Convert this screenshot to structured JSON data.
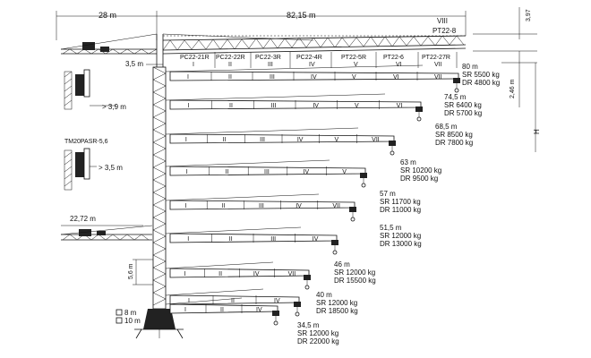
{
  "top": {
    "counter_jib_dim": "28 m",
    "jib_dim": "82,15 m",
    "height_dim_top": "3,97",
    "height_dim_mid": "2,46 m",
    "height_axis": "H",
    "top_roman": "VIII",
    "top_model": "PT22-8",
    "offset_left": "3,5 m"
  },
  "jib_heads": [
    {
      "model": "PC22-21R",
      "roman": "I"
    },
    {
      "model": "PC22-22R",
      "roman": "II"
    },
    {
      "model": "PC22-3R",
      "roman": "III"
    },
    {
      "model": "PC22-4R",
      "roman": "IV"
    },
    {
      "model": "PT22-5R",
      "roman": "V"
    },
    {
      "model": "PT22-6",
      "roman": "VI"
    },
    {
      "model": "PT22-27R",
      "roman": "VII"
    }
  ],
  "configs": [
    {
      "reach": "80 m",
      "sr": "SR 5500 kg",
      "dr": "DR 4800 kg",
      "segments": [
        "I",
        "II",
        "III",
        "IV",
        "V",
        "VI",
        "VII"
      ]
    },
    {
      "reach": "74,5 m",
      "sr": "SR 6400 kg",
      "dr": "DR 5700 kg",
      "segments": [
        "I",
        "II",
        "III",
        "IV",
        "V",
        "VI"
      ]
    },
    {
      "reach": "68,5 m",
      "sr": "SR 8500 kg",
      "dr": "DR 7800 kg",
      "segments": [
        "I",
        "II",
        "III",
        "IV",
        "V",
        "VII"
      ]
    },
    {
      "reach": "63 m",
      "sr": "SR 10200 kg",
      "dr": "DR 9500 kg",
      "segments": [
        "I",
        "II",
        "III",
        "IV",
        "V"
      ]
    },
    {
      "reach": "57 m",
      "sr": "SR 11700 kg",
      "dr": "DR 11000 kg",
      "segments": [
        "I",
        "II",
        "III",
        "IV",
        "VII"
      ]
    },
    {
      "reach": "51,5 m",
      "sr": "SR 12000 kg",
      "dr": "DR 13000 kg",
      "segments": [
        "I",
        "II",
        "III",
        "IV"
      ]
    },
    {
      "reach": "46 m",
      "sr": "SR 12000 kg",
      "dr": "DR 15500 kg",
      "segments": [
        "I",
        "II",
        "IV",
        "VII"
      ]
    },
    {
      "reach": "40 m",
      "sr": "SR 12000 kg",
      "dr": "DR 18500 kg",
      "segments": [
        "I",
        "II",
        "IV"
      ]
    },
    {
      "reach": "34,5 m",
      "sr": "SR 12000 kg",
      "dr": "DR 22000 kg",
      "segments": [
        "I",
        "II",
        "IV"
      ]
    }
  ],
  "left_side": {
    "clearance_1": "> 3,9 m",
    "tm_label": "TM20PASR-5,6",
    "clearance_2": "> 3,5 m",
    "counter_jib_2": "22,72 m",
    "mast_section": "5,6 m",
    "base_8": "8 m",
    "base_10": "10 m"
  }
}
